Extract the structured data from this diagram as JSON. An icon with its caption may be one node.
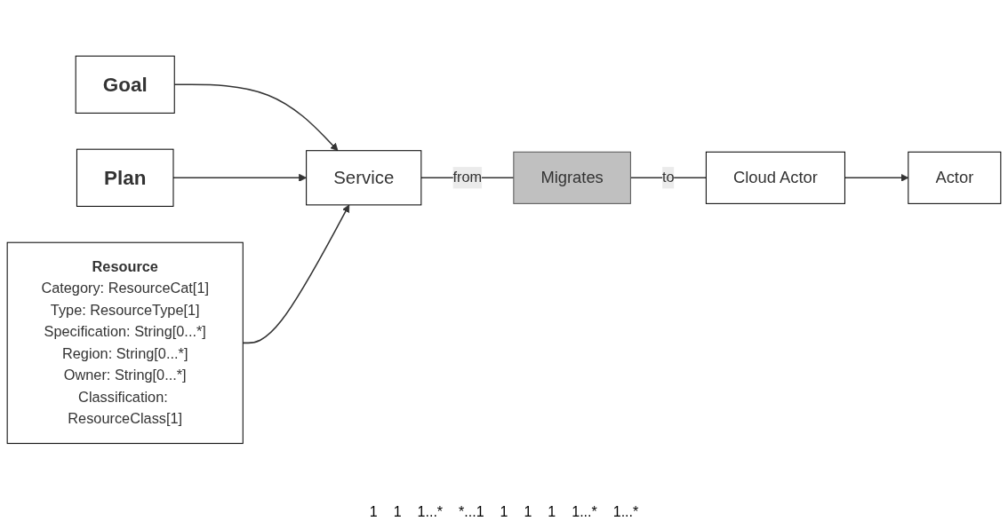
{
  "diagram": {
    "nodes": [
      {
        "text": [
          "Goal"
        ]
      },
      {
        "text": [
          "Plan"
        ]
      },
      {
        "text": [
          "Resource",
          "Category: ResourceCat[1]",
          "Type: ResourceType[1]",
          "Specification: String[0...*]",
          "Region: String[0...*]",
          "Owner: String[0...*]",
          "Classification: ResourceClass[1]"
        ]
      },
      {
        "text": [
          "Service"
        ]
      },
      {
        "text": [
          "Migrates"
        ]
      },
      {
        "text": [
          "Actor"
        ]
      },
      {
        "text": [
          "Cloud Actor"
        ]
      }
    ],
    "edges": [
      {
        "from": 0,
        "to": 3,
        "arrow": "to"
      },
      {
        "from": 1,
        "to": 3,
        "arrow": "to"
      },
      {
        "from": 2,
        "to": 3,
        "arrow": "to"
      },
      {
        "from": 3,
        "to": 4,
        "arrow": "none",
        "label": "from"
      },
      {
        "from": 4,
        "to": 6,
        "arrow": "none",
        "label": "to"
      },
      {
        "from": 6,
        "to": 5,
        "arrow": "to"
      }
    ],
    "labels": [
      "1",
      "1",
      "1...*",
      "*...1",
      "1",
      "1",
      "1",
      "1...*",
      "1...*"
    ]
  }
}
